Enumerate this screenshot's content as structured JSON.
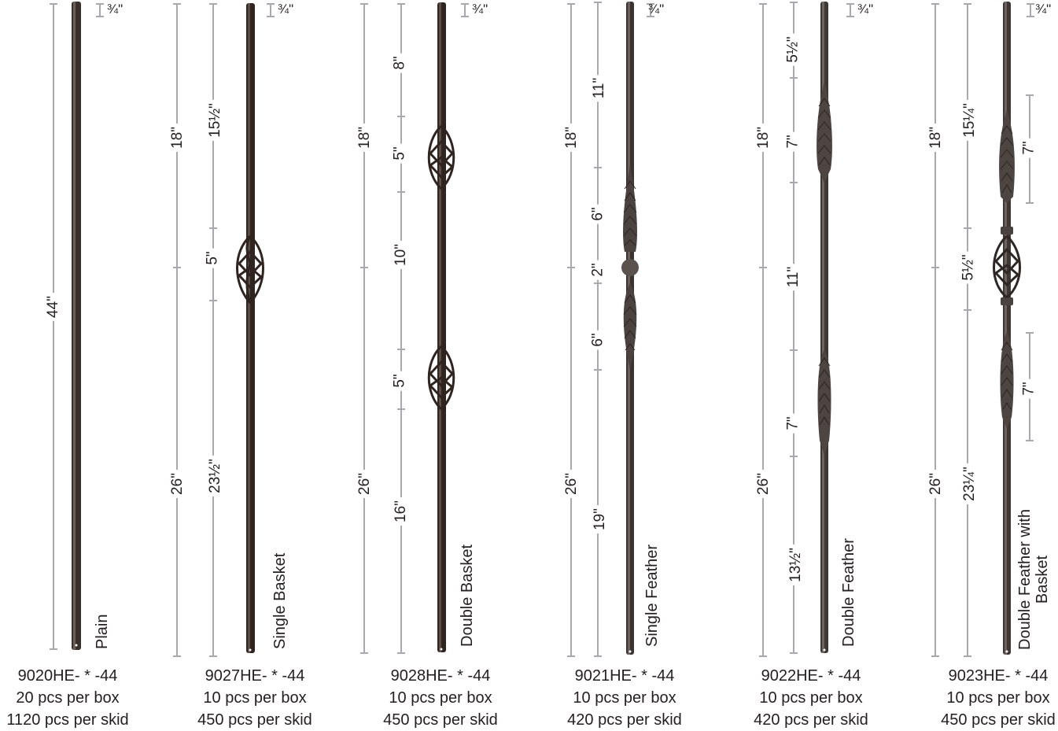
{
  "products": [
    {
      "style": "Plain",
      "code": "9020HE- * -44",
      "per_box": "20 pcs per box",
      "per_skid": "1120 pcs per skid",
      "dims": {
        "top_cap": "¾\"",
        "overall": "44\""
      }
    },
    {
      "style": "Single Basket",
      "code": "9027HE- * -44",
      "per_box": "10 pcs per box",
      "per_skid": "450 pcs per skid",
      "dims": {
        "top_cap": "¾\"",
        "upper": "18\"",
        "lower": "26\"",
        "seg1": "15½\"",
        "seg2": "5\"",
        "seg3": "23½\""
      }
    },
    {
      "style": "Double Basket",
      "code": "9028HE- * -44",
      "per_box": "10 pcs per box",
      "per_skid": "450 pcs per skid",
      "dims": {
        "top_cap": "¾\"",
        "upper": "18\"",
        "lower": "26\"",
        "seg1": "8\"",
        "seg2": "5\"",
        "seg3": "10\"",
        "seg4": "5\"",
        "seg5": "16\""
      }
    },
    {
      "style": "Single Feather",
      "code": "9021HE- * -44",
      "per_box": "10 pcs per box",
      "per_skid": "420 pcs per skid",
      "dims": {
        "top_cap": "¾\"",
        "upper": "18\"",
        "lower": "26\"",
        "seg1": "11\"",
        "seg2": "6\"",
        "seg3": "2\"",
        "seg4": "6\"",
        "seg5": "19\""
      }
    },
    {
      "style": "Double Feather",
      "code": "9022HE- * -44",
      "per_box": "10 pcs per box",
      "per_skid": "420 pcs per skid",
      "dims": {
        "top_cap": "¾\"",
        "upper": "18\"",
        "lower": "26\"",
        "seg1": "5½\"",
        "seg2": "7\"",
        "seg3": "11\"",
        "seg4": "7\"",
        "seg5": "13½\""
      }
    },
    {
      "style_line1": "Double Feather with",
      "style_line2": "Basket",
      "code": "9023HE- * -44",
      "per_box": "10 pcs per box",
      "per_skid": "450 pcs per skid",
      "dims": {
        "top_cap": "¾\"",
        "upper": "18\"",
        "lower": "26\"",
        "seg1": "15¼\"",
        "seg2": "5½\"",
        "seg3": "23¼\"",
        "feather_upper": "7\"",
        "feather_lower": "7\""
      }
    }
  ],
  "colors": {
    "dimension_line": "#a7a9ac",
    "text": "#231f20",
    "iron": "#3a302b",
    "iron_highlight": "#8a7f78"
  }
}
